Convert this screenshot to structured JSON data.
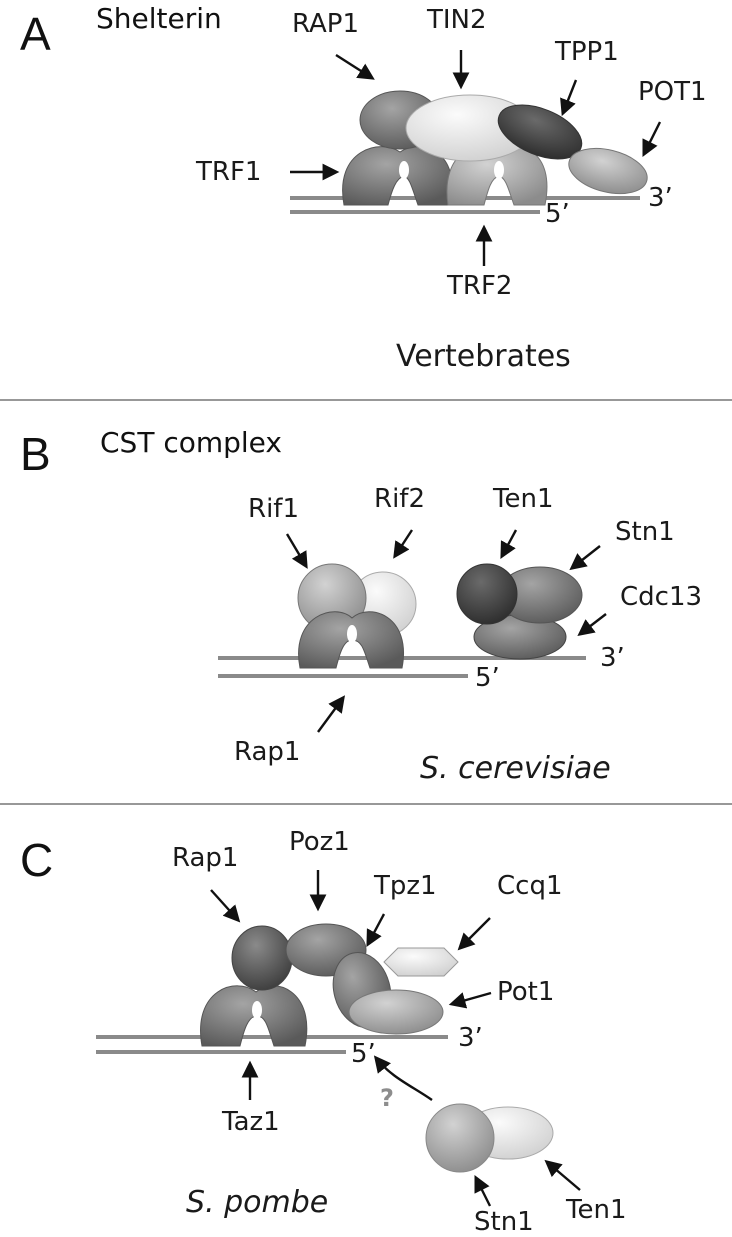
{
  "panelA": {
    "letter": "A",
    "title": "Shelterin",
    "organism": "Vertebrates",
    "labels": {
      "rap1": "RAP1",
      "tin2": "TIN2",
      "tpp1": "TPP1",
      "pot1": "POT1",
      "trf1": "TRF1",
      "trf2": "TRF2",
      "three_prime": "3’",
      "five_prime": "5’"
    }
  },
  "panelB": {
    "letter": "B",
    "title": "CST complex",
    "organism": "S. cerevisiae",
    "labels": {
      "rif1": "Rif1",
      "rif2": "Rif2",
      "ten1": "Ten1",
      "stn1": "Stn1",
      "cdc13": "Cdc13",
      "rap1": "Rap1",
      "three_prime": "3’",
      "five_prime": "5’"
    }
  },
  "panelC": {
    "letter": "C",
    "organism": "S. pombe",
    "labels": {
      "rap1": "Rap1",
      "poz1": "Poz1",
      "tpz1": "Tpz1",
      "ccq1": "Ccq1",
      "pot1": "Pot1",
      "taz1": "Taz1",
      "stn1": "Stn1",
      "ten1": "Ten1",
      "question": "?",
      "three_prime": "3’",
      "five_prime": "5’"
    }
  },
  "colors": {
    "dark": "#5a5a5a",
    "mid": "#7e7e7e",
    "light": "#a9a9a9",
    "pale": "#e6e6e6",
    "dna": "#8a8a8a"
  }
}
